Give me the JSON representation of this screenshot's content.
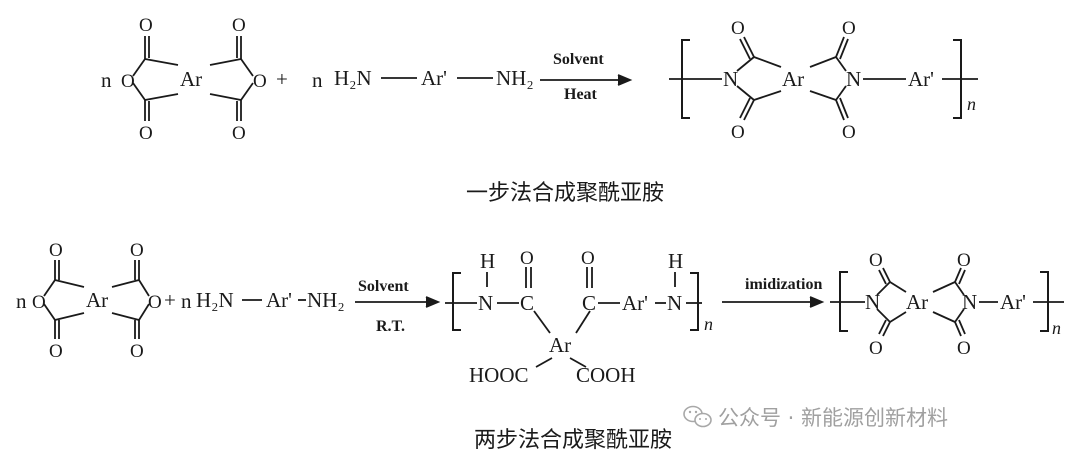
{
  "one_step": {
    "coef_dianhydride": "n",
    "coef_diamine": "n",
    "plus": "+",
    "anhydride_O": "O",
    "core": "Ar",
    "h2n": "H₂N",
    "core2": "Ar'",
    "nh2": "NH₂",
    "arrow_top": "Solvent",
    "arrow_bottom": "Heat",
    "imide_N": "N",
    "repeat_n": "n",
    "caption": "一步法合成聚酰亚胺"
  },
  "two_step": {
    "coef_dianhydride": "n",
    "coef_diamine": "n",
    "plus": "+",
    "anhydride_O": "O",
    "core": "Ar",
    "h2n": "H₂N",
    "core2": "Ar'",
    "nh2": "NH₂",
    "arrow1_top": "Solvent",
    "arrow1_bottom": "R.T.",
    "amic_H": "H",
    "amic_N": "N",
    "amic_C": "C",
    "acid_left": "HOOC",
    "acid_right": "COOH",
    "arrow2_top": "imidization",
    "imide_N": "N",
    "repeat_n": "n",
    "caption": "两步法合成聚酰亚胺"
  },
  "watermark": {
    "text": "公众号 · 新能源创新材料",
    "icon": "wechat-icon"
  }
}
